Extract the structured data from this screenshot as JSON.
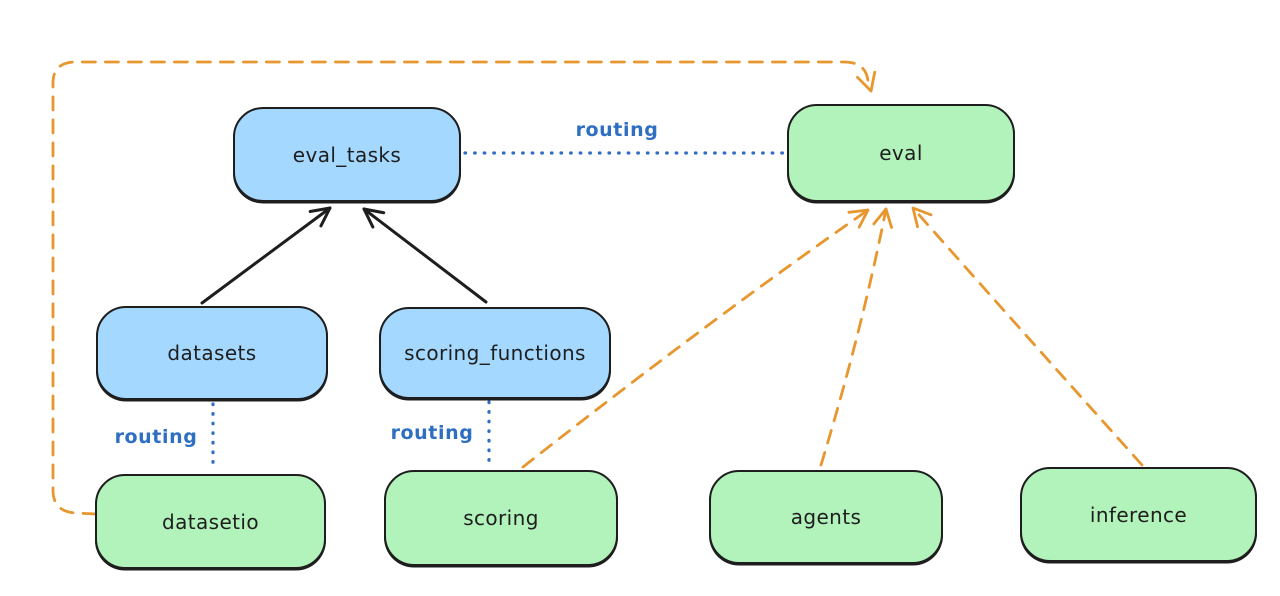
{
  "diagram": {
    "nodes": {
      "eval_tasks": {
        "label": "eval_tasks",
        "fill": "#a5d8ff"
      },
      "eval": {
        "label": "eval",
        "fill": "#b2f2bb"
      },
      "datasets": {
        "label": "datasets",
        "fill": "#a5d8ff"
      },
      "scoring_functions": {
        "label": "scoring_functions",
        "fill": "#a5d8ff"
      },
      "datasetio": {
        "label": "datasetio",
        "fill": "#b2f2bb"
      },
      "scoring": {
        "label": "scoring",
        "fill": "#b2f2bb"
      },
      "agents": {
        "label": "agents",
        "fill": "#b2f2bb"
      },
      "inference": {
        "label": "inference",
        "fill": "#b2f2bb"
      }
    },
    "edge_labels": {
      "routing_top": "routing",
      "routing_datasets": "routing",
      "routing_scoring": "routing"
    },
    "edges": [
      {
        "from": "datasets",
        "to": "eval_tasks",
        "style": "solid-arrow",
        "color": "#1e1e1e"
      },
      {
        "from": "scoring_functions",
        "to": "eval_tasks",
        "style": "solid-arrow",
        "color": "#1e1e1e"
      },
      {
        "from": "eval_tasks",
        "to": "eval",
        "style": "dotted-line",
        "label": "routing",
        "color": "#2e6fc2"
      },
      {
        "from": "datasets",
        "to": "datasetio",
        "style": "dotted-line",
        "label": "routing",
        "color": "#2e6fc2"
      },
      {
        "from": "scoring_functions",
        "to": "scoring",
        "style": "dotted-line",
        "label": "routing",
        "color": "#2e6fc2"
      },
      {
        "from": "datasetio",
        "to": "eval",
        "style": "dashed-arrow",
        "color": "#e8962e"
      },
      {
        "from": "scoring",
        "to": "eval",
        "style": "dashed-arrow",
        "color": "#e8962e"
      },
      {
        "from": "agents",
        "to": "eval",
        "style": "dashed-arrow",
        "color": "#e8962e"
      },
      {
        "from": "inference",
        "to": "eval",
        "style": "dashed-arrow",
        "color": "#e8962e"
      }
    ],
    "colors": {
      "node_stroke": "#1e1e1e",
      "blue_fill": "#a5d8ff",
      "green_fill": "#b2f2bb",
      "routing_blue": "#2e6fc2",
      "provider_orange": "#e8962e",
      "background": "#ffffff"
    }
  }
}
